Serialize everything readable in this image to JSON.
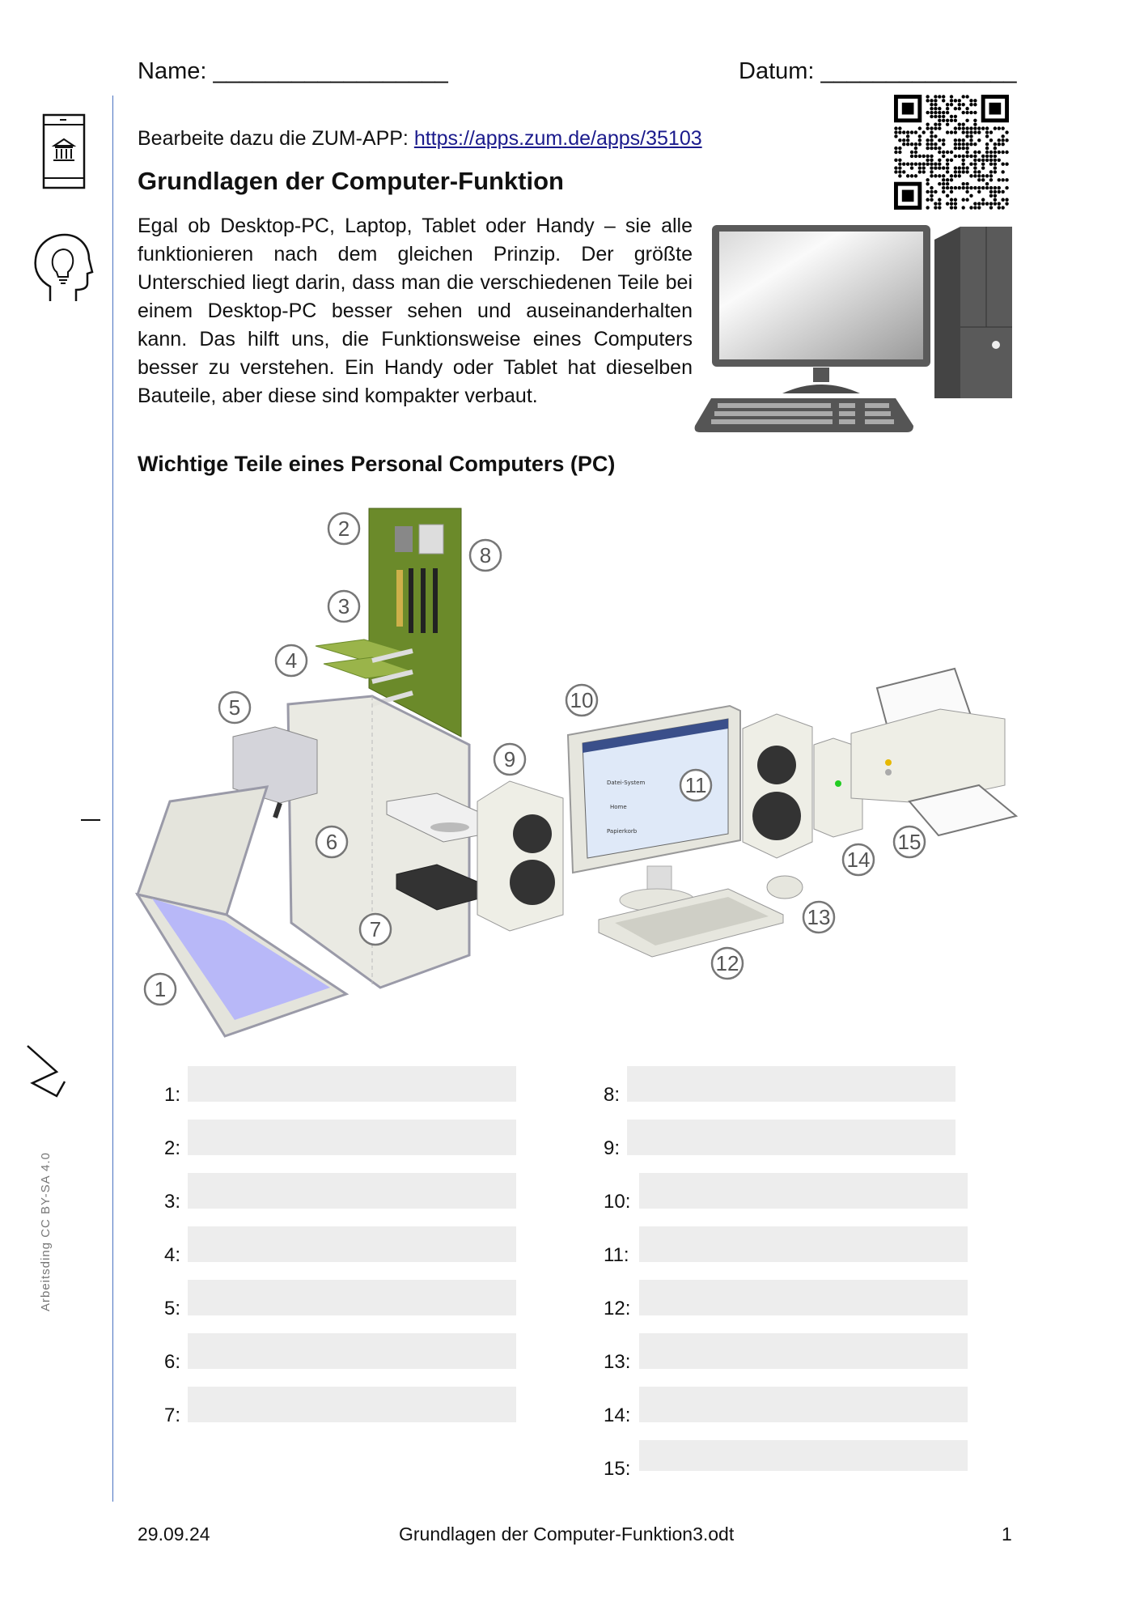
{
  "header": {
    "name_label": "Name: __________________",
    "date_label": "Datum: _______________"
  },
  "intro": {
    "prefix": "Bearbeite dazu die ZUM-APP: ",
    "link": "https://apps.zum.de/apps/35103"
  },
  "title": "Grundlagen der Computer-Funktion",
  "paragraph": "Egal ob Desktop-PC, Laptop, Tablet oder Handy – sie alle funktionieren nach dem gleichen Prinzip. Der größte Unterschied liegt darin, dass man die verschiedenen Teile bei einem Desktop-PC besser sehen und auseinanderhalten kann. Das hilft uns, die Funktionsweise eines Computers besser zu verstehen. Ein Handy oder Tablet hat dieselben Bauteile, aber diese sind kompakter verbaut.",
  "subtitle": "Wichtige Teile eines Personal Computers (PC)",
  "diagram_numbers": [
    "1",
    "2",
    "3",
    "4",
    "5",
    "6",
    "7",
    "8",
    "9",
    "10",
    "11",
    "12",
    "13",
    "14",
    "15"
  ],
  "screen_icons": [
    "Datei-System",
    "Home",
    "Papierkorb"
  ],
  "answers_left": [
    "1:",
    "2:",
    "3:",
    "4:",
    "5:",
    "6:",
    "7:"
  ],
  "answers_right": [
    "8:",
    "9:",
    "10:",
    "11:",
    "12:",
    "13:",
    "14:",
    "15:"
  ],
  "license": "Arbeitsding CC BY-SA 4.0",
  "footer": {
    "date": "29.09.24",
    "filename": "Grundlagen der Computer-Funktion3.odt",
    "page": "1"
  }
}
